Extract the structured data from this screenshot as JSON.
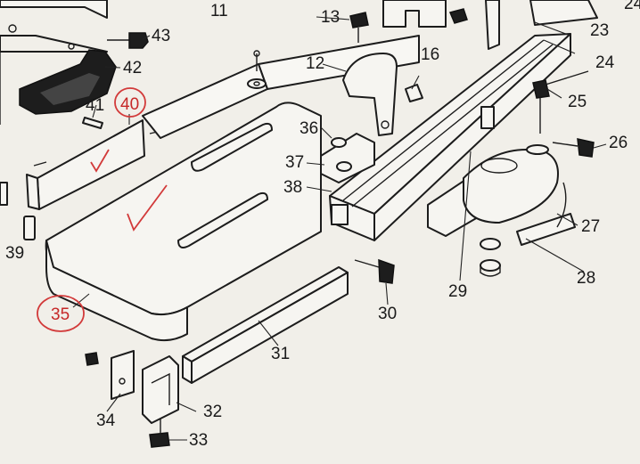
{
  "diagram": {
    "part_numbers": [
      "11",
      "13",
      "43",
      "42",
      "12",
      "16",
      "23",
      "24",
      "41",
      "40",
      "25",
      "36",
      "26",
      "37",
      "38",
      "39",
      "27",
      "35",
      "28",
      "29",
      "30",
      "31",
      "34",
      "32",
      "33"
    ],
    "partial_labels": [
      "24"
    ],
    "circled_labels": [
      "40",
      "35"
    ],
    "colors": {
      "ink": "#1c1c1c",
      "paper": "#f1efe9",
      "annotation_red": "#d23a3a"
    }
  }
}
